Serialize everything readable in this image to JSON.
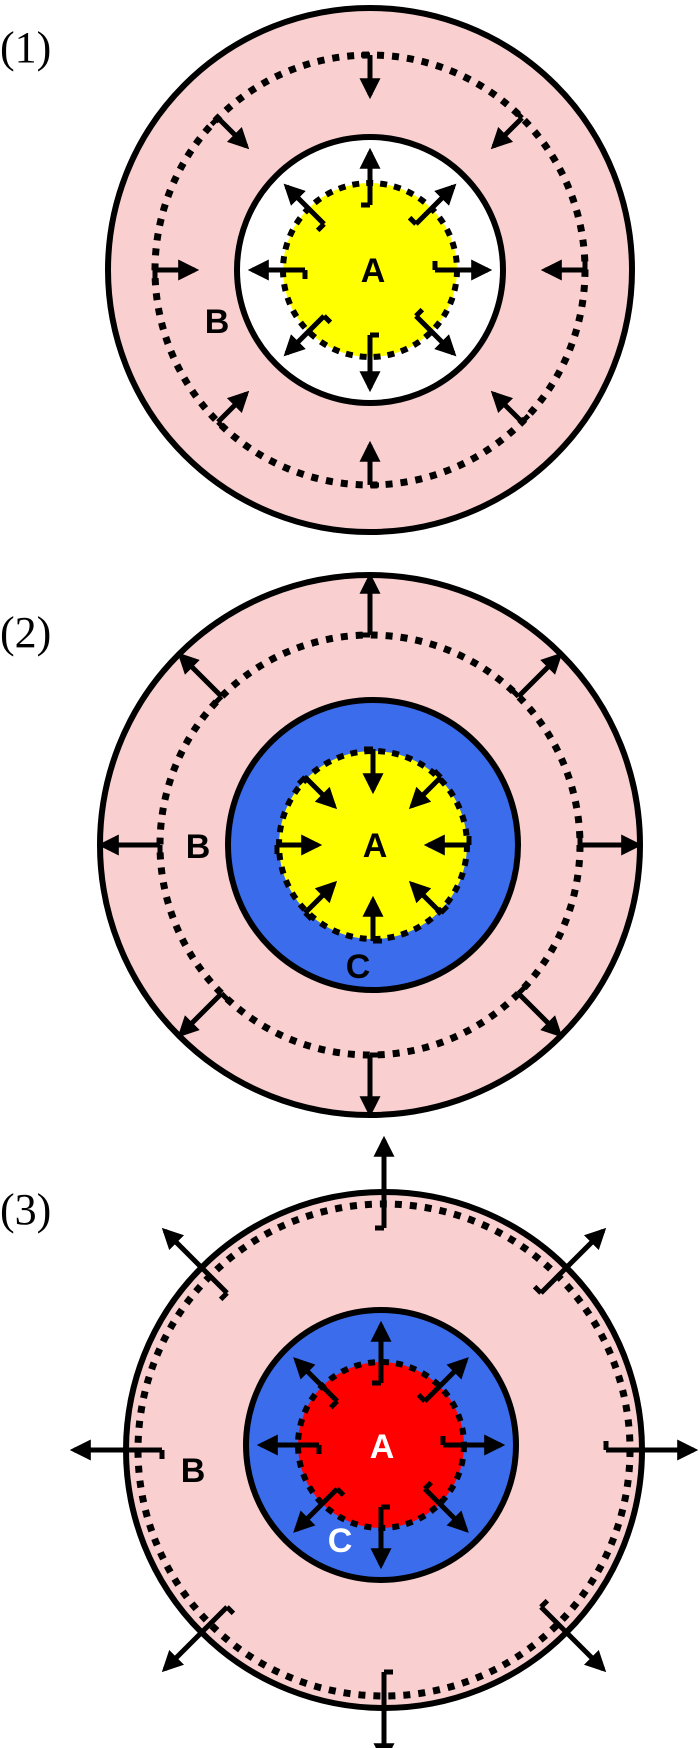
{
  "colors": {
    "outer_shell": "#f9cfcf",
    "core_yellow": "#ffff00",
    "core_red": "#ff0000",
    "middle_blue": "#3a6cec",
    "inner_white": "#ffffff",
    "stroke": "#000000"
  },
  "panels": [
    {
      "label": "(1)",
      "core_label": "A",
      "shell_label": "B",
      "middle_label": "",
      "core_fill": "core_yellow",
      "middle_fill": "inner_white",
      "middle_label_color": "#000000",
      "core_label_color": "#000000",
      "shell_arrows": "inward",
      "core_arrows": "outward"
    },
    {
      "label": "(2)",
      "core_label": "A",
      "shell_label": "B",
      "middle_label": "C",
      "core_fill": "core_yellow",
      "middle_fill": "middle_blue",
      "middle_label_color": "#000000",
      "core_label_color": "#000000",
      "shell_arrows": "outward",
      "core_arrows": "inward"
    },
    {
      "label": "(3)",
      "core_label": "A",
      "shell_label": "B",
      "middle_label": "C",
      "core_fill": "core_red",
      "middle_fill": "middle_blue",
      "middle_label_color": "#ffffff",
      "core_label_color": "#ffffff",
      "shell_arrows": "outward-crossing",
      "core_arrows": "outward"
    }
  ]
}
